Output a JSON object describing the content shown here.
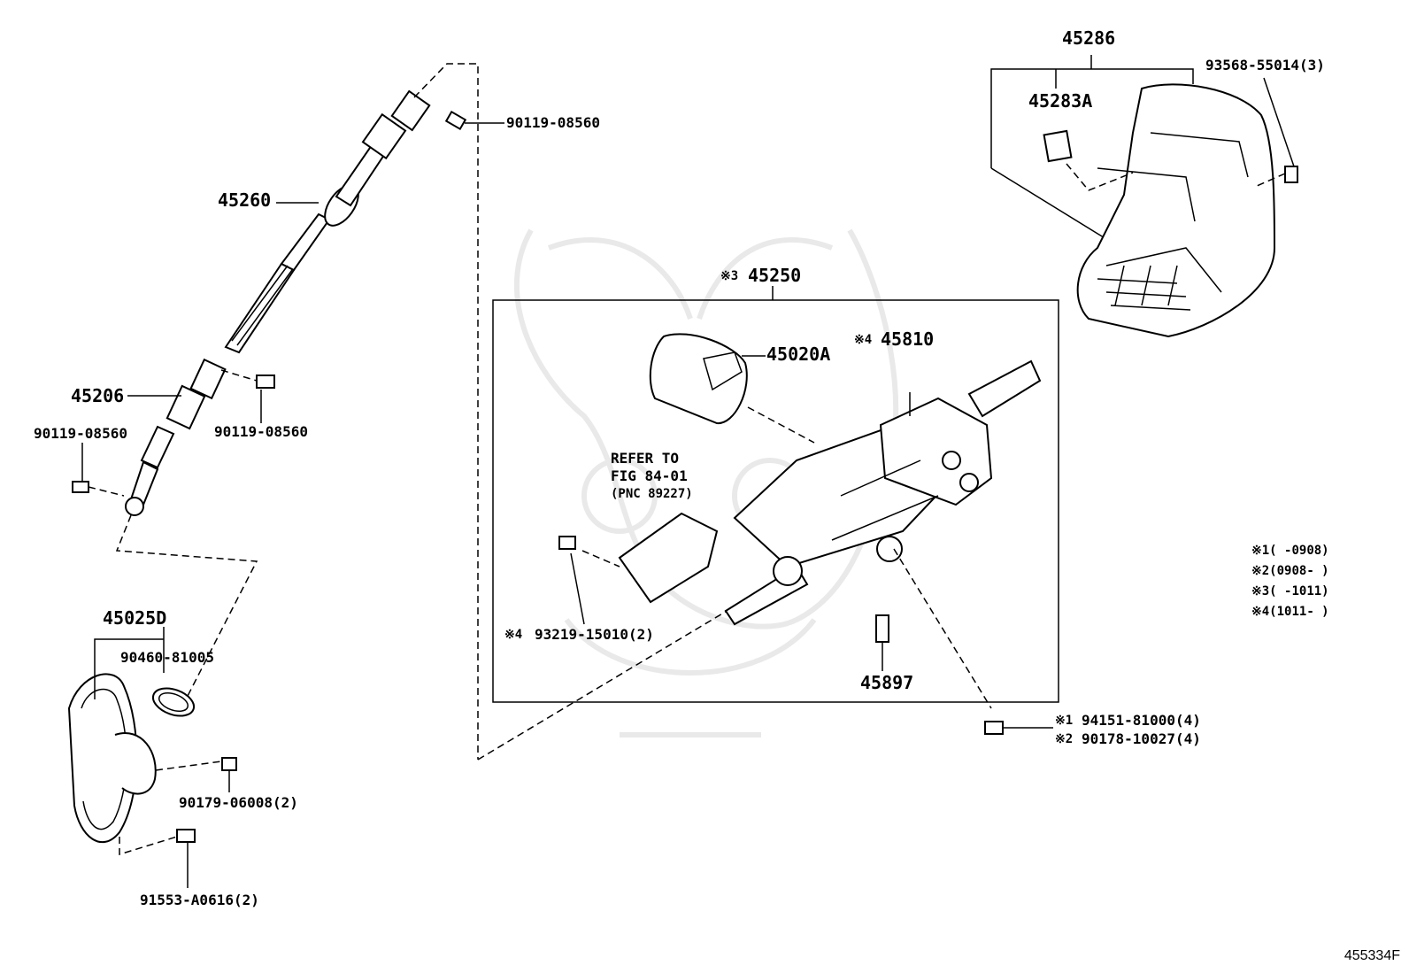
{
  "figure_code": "455334F",
  "labels": {
    "p45260": "45260",
    "p90119_top": "90119-08560",
    "p45206": "45206",
    "p90119_right": "90119-08560",
    "p90119_left": "90119-08560",
    "p45025D": "45025D",
    "p90460": "90460-81005",
    "p90179": "90179-06008(2)",
    "p91553": "91553-A0616(2)",
    "p45250_mark": "※3",
    "p45250": "45250",
    "p45020A": "45020A",
    "p45810_mark": "※4",
    "p45810": "45810",
    "p93219_mark": "※4",
    "p93219": "93219-15010(2)",
    "p45897": "45897",
    "p94151_mark": "※1",
    "p94151": "94151-81000(4)",
    "p90178_mark": "※2",
    "p90178": "90178-10027(4)",
    "p45286": "45286",
    "p45283A": "45283A",
    "p93568": "93568-55014(3)"
  },
  "refer": {
    "line1": "REFER TO",
    "line2": "FIG 84-01",
    "line3": "(PNC 89227)"
  },
  "notes": [
    {
      "mark": "※1",
      "range": "(    -0908)"
    },
    {
      "mark": "※2",
      "range": "(0908-    )"
    },
    {
      "mark": "※3",
      "range": "(    -1011)"
    },
    {
      "mark": "※4",
      "range": "(1011-    )"
    }
  ]
}
